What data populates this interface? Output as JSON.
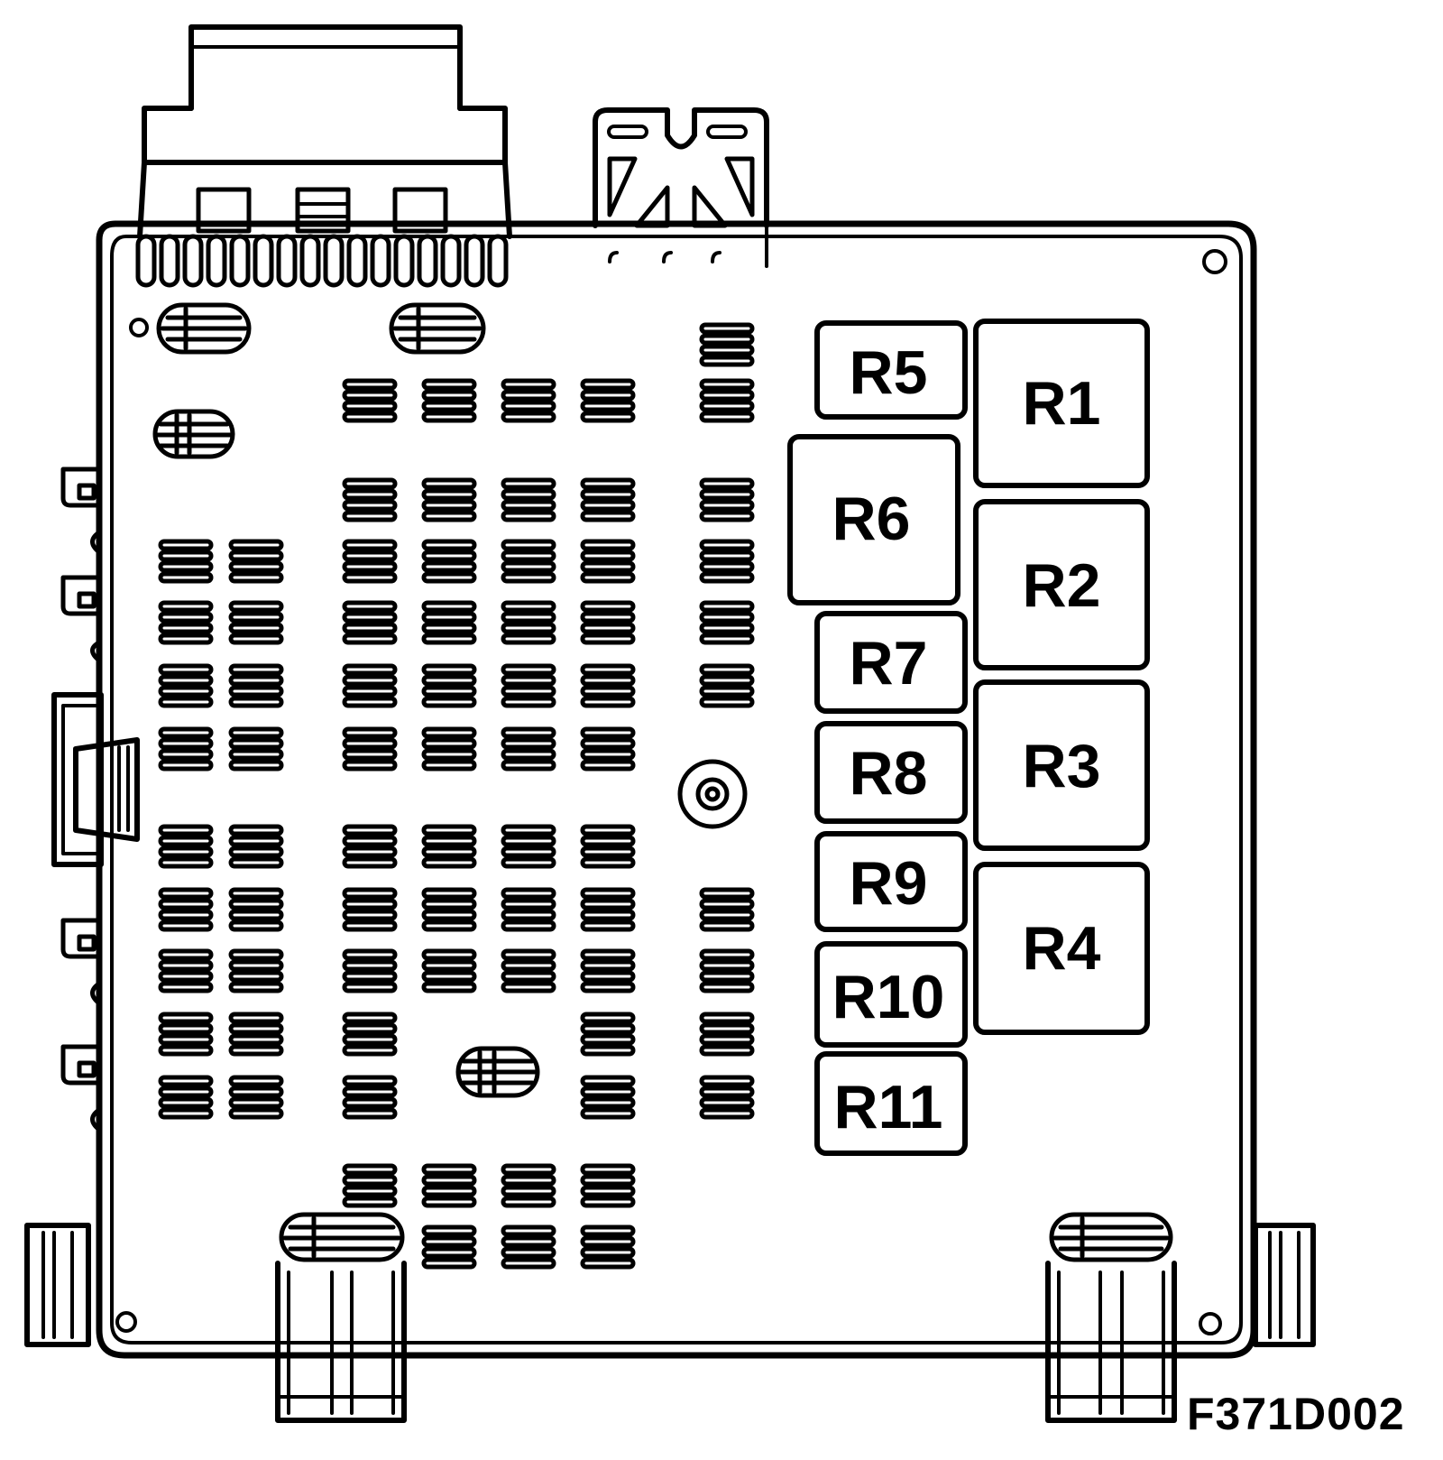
{
  "relays": [
    {
      "id": "r1",
      "label": "R1"
    },
    {
      "id": "r2",
      "label": "R2"
    },
    {
      "id": "r3",
      "label": "R3"
    },
    {
      "id": "r4",
      "label": "R4"
    },
    {
      "id": "r5",
      "label": "R5"
    },
    {
      "id": "r6",
      "label": "R6"
    },
    {
      "id": "r7",
      "label": "R7"
    },
    {
      "id": "r8",
      "label": "R8"
    },
    {
      "id": "r9",
      "label": "R9"
    },
    {
      "id": "r10",
      "label": "R10"
    },
    {
      "id": "r11",
      "label": "R11"
    }
  ],
  "figure_code": "F371D002"
}
